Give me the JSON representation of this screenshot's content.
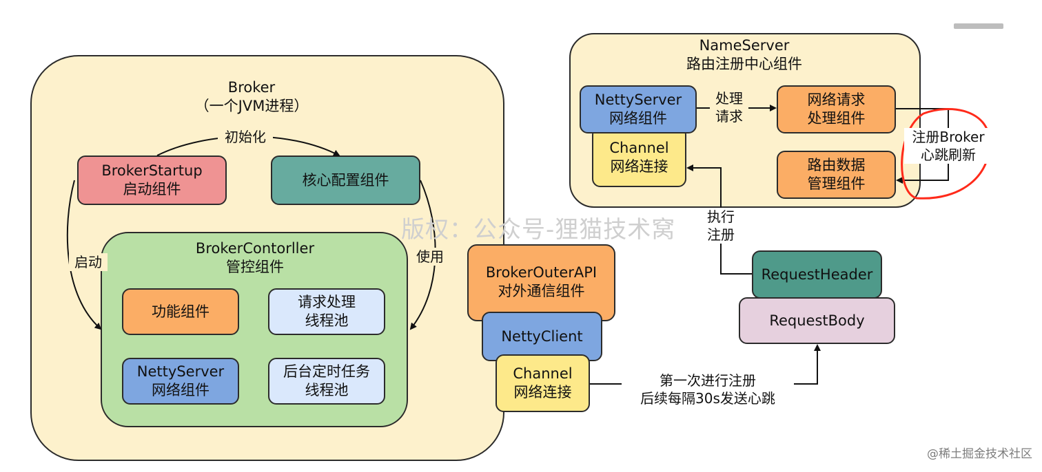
{
  "broker": {
    "title": "Broker",
    "subtitle": "（一个JVM进程）",
    "startup": {
      "line1": "BrokerStartup",
      "line2": "启动组件"
    },
    "core_config": "核心配置组件",
    "init_label": "初始化",
    "start_label": "启动",
    "use_label": "使用",
    "controller": {
      "title": "BrokerContorller",
      "subtitle": "管控组件",
      "function": "功能组件",
      "request_pool": {
        "line1": "请求处理",
        "line2": "线程池"
      },
      "netty_server": {
        "line1": "NettyServer",
        "line2": "网络组件"
      },
      "scheduled_pool": {
        "line1": "后台定时任务",
        "line2": "线程池"
      }
    }
  },
  "outer_api": {
    "title": {
      "line1": "BrokerOuterAPI",
      "line2": "对外通信组件"
    },
    "netty_client": "NettyClient",
    "channel": {
      "line1": "Channel",
      "line2": "网络连接"
    }
  },
  "name_server": {
    "title": "NameServer",
    "subtitle": "路由注册中心组件",
    "netty_server": {
      "line1": "NettyServer",
      "line2": "网络组件"
    },
    "channel": {
      "line1": "Channel",
      "line2": "网络连接"
    },
    "request_handler": {
      "line1": "网络请求",
      "line2": "处理组件"
    },
    "route_data": {
      "line1": "路由数据",
      "line2": "管理组件"
    },
    "process_label": {
      "line1": "处理",
      "line2": "请求"
    },
    "register_label": {
      "line1": "注册Broker",
      "line2": "心跳刷新"
    }
  },
  "request": {
    "header": "RequestHeader",
    "body": "RequestBody",
    "exec_label": {
      "line1": "执行",
      "line2": "注册"
    },
    "send_label": {
      "line1": "第一次进行注册",
      "line2": "后续每隔30s发送心跳"
    }
  },
  "watermark": "版权：公众号-狸猫技术窝",
  "footer": "@稀土掘金技术社区",
  "colors": {
    "yellow": "#fde98a",
    "container": "#fdf1cc",
    "green": "#b9e0a5",
    "blue": "#7ea6e0",
    "orange": "#fbad65",
    "red": "#ef9393",
    "teal": "#67ab9f",
    "light_blue": "#dae8fc",
    "pink": "#e6d0de",
    "highlight": "#ff2a1a"
  }
}
